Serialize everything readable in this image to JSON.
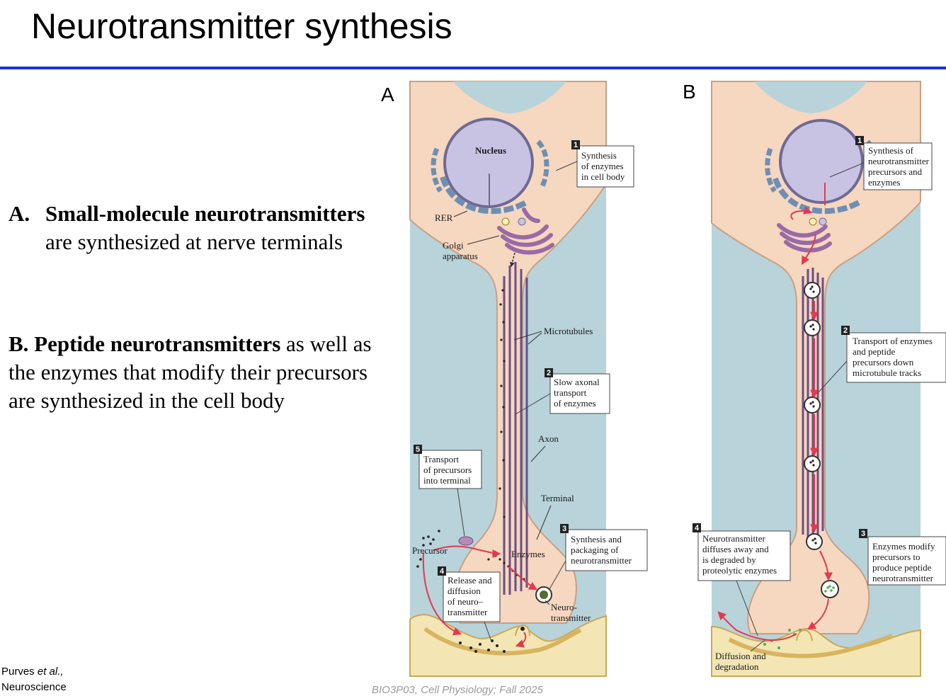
{
  "slide": {
    "title": "Neurotransmitter synthesis",
    "point_a": {
      "marker": "A.",
      "bold": "Small-molecule neurotransmitters",
      "rest": " are synthesized at nerve terminals"
    },
    "point_b": {
      "bold": "B. Peptide neurotransmitters",
      "rest": " as well as the enzymes that modify their precursors are synthesized in the cell body"
    },
    "citation_prefix": "Purves ",
    "citation_italic": "et al.,",
    "citation_line2": "Neuroscience",
    "footer": "BIO3P03, Cell Physiology; Fall 2025"
  },
  "panel_a": {
    "letter": "A",
    "labels": {
      "nucleus": "Nucleus",
      "rer": "RER",
      "golgi_1": "Golgi",
      "golgi_2": "apparatus",
      "microtubules": "Microtubules",
      "axon": "Axon",
      "terminal": "Terminal",
      "precursor": "Precursor",
      "enzymes": "Enzymes",
      "neuro_1": "Neuro-",
      "neuro_2": "transmitter"
    },
    "callouts": [
      {
        "num": "1",
        "lines": [
          "Synthesis",
          "of enzymes",
          "in cell body"
        ]
      },
      {
        "num": "2",
        "lines": [
          "Slow axonal",
          "transport",
          "of enzymes"
        ]
      },
      {
        "num": "3",
        "lines": [
          "Synthesis and",
          "packaging of",
          "neurotransmitter"
        ]
      },
      {
        "num": "4",
        "lines": [
          "Release and",
          "diffusion",
          "of neuro–",
          "transmitter"
        ]
      },
      {
        "num": "5",
        "lines": [
          "Transport",
          "of precursors",
          "into terminal"
        ]
      }
    ]
  },
  "panel_b": {
    "letter": "B",
    "callouts": [
      {
        "num": "1",
        "lines": [
          "Synthesis of",
          "neurotransmitter",
          "precursors and",
          "enzymes"
        ]
      },
      {
        "num": "2",
        "lines": [
          "Transport of enzymes",
          "and peptide",
          "precursors down",
          "microtubule tracks"
        ]
      },
      {
        "num": "3",
        "lines": [
          "Enzymes modify",
          "precursors to",
          "produce peptide",
          "neurotransmitter"
        ]
      },
      {
        "num": "4",
        "lines": [
          "Neurotransmitter",
          "diffuses away and",
          "is degraded by",
          "proteolytic enzymes"
        ]
      }
    ],
    "bottom_label": [
      "Diffusion and",
      "degradation"
    ]
  },
  "colors": {
    "title_rule": "#1f2fd8",
    "background_fluid": "#b8d3da",
    "cytoplasm": "#f6d7bf",
    "nucleus": "#c9c3e3",
    "microtubule": "#6a4f86",
    "golgi": "#9a6aa5",
    "rer": "#6e8fb3",
    "postsynaptic": "#f3e6b4",
    "arrow": "#e2394f"
  }
}
